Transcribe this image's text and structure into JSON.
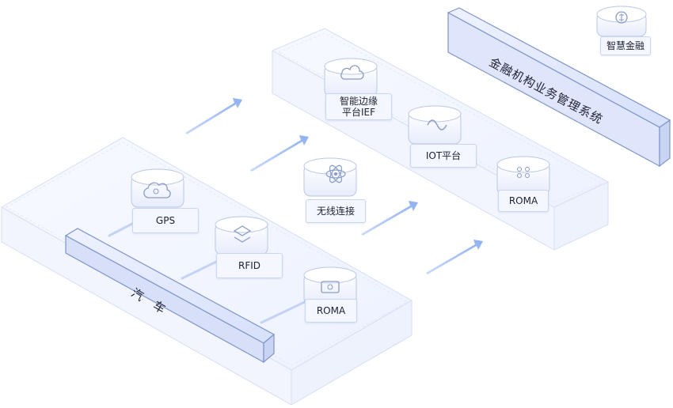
{
  "car_bar": {
    "label": "汽　车"
  },
  "finance_bar": {
    "label": "金融机构业务管理系统"
  },
  "nodes": {
    "gps": "GPS",
    "rfid": "RFID",
    "roma_left": "ROMA",
    "wireless": "无线连接",
    "ief_line1": "智能边缘",
    "ief_line2": "平台IEF",
    "iot": "IOT平台",
    "roma_right": "ROMA",
    "smart_finance": "智慧金融"
  },
  "colors": {
    "platform_stroke": "#cfd9f2",
    "bar_fill": "#dfe7fb",
    "bar_stroke": "#7f94c8",
    "arrow": "#9bb6ef",
    "connector": "#c3d2f5",
    "icon": "#8a9bc4"
  }
}
